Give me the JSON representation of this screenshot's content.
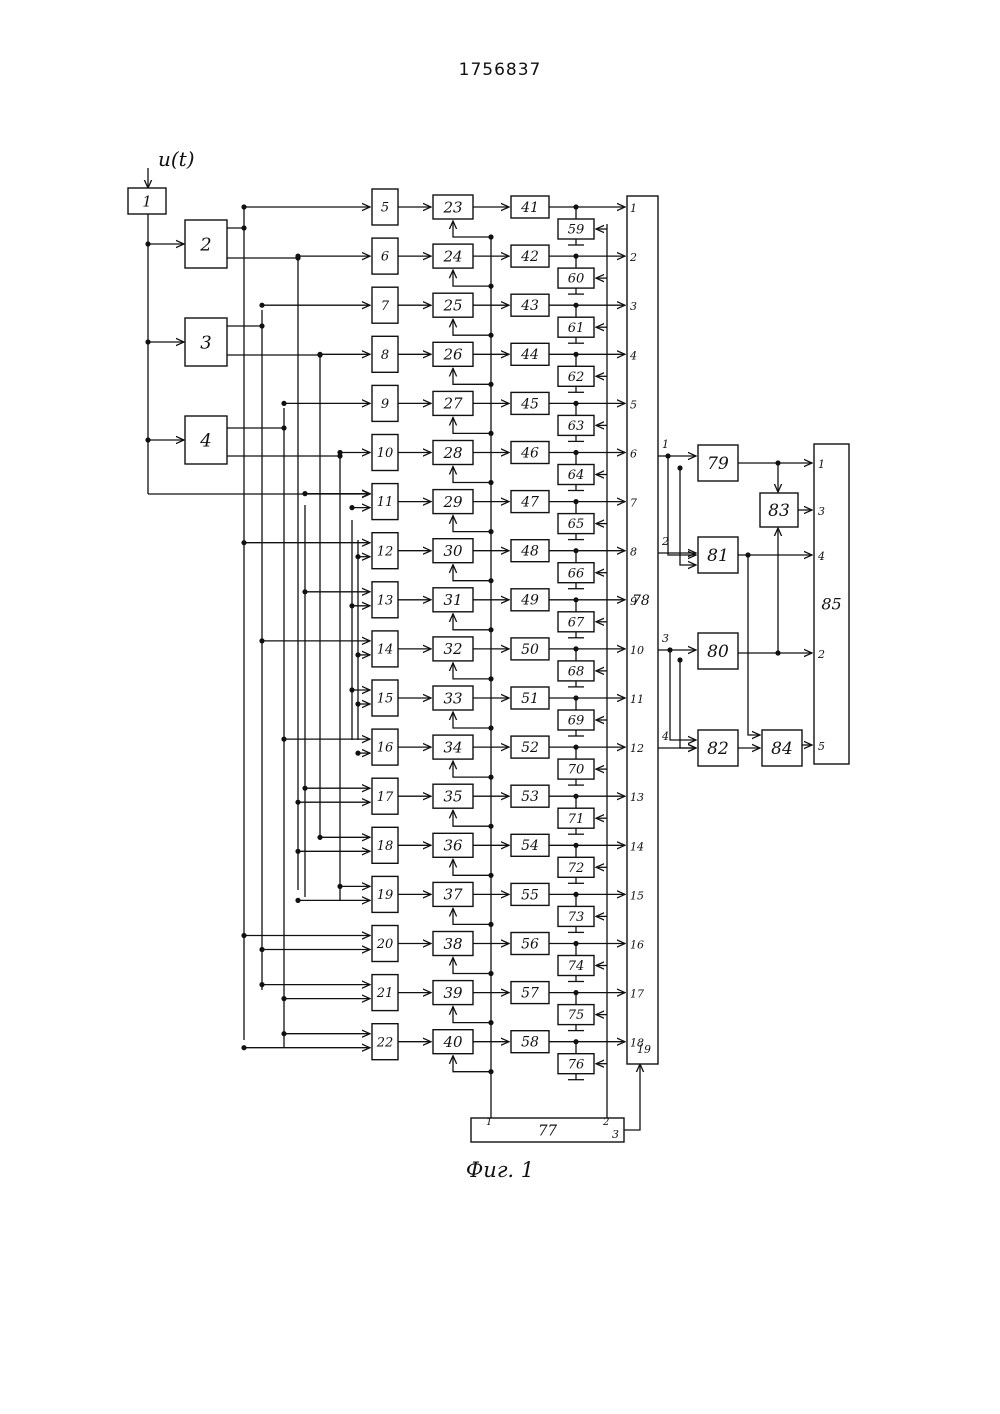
{
  "patent_number": "1756837",
  "figure_caption": "Фиг. 1",
  "input_signal": "u(t)",
  "colors": {
    "ink": "#111111",
    "paper": "#ffffff"
  },
  "blocks": {
    "source": "1",
    "stage1": [
      "2",
      "3",
      "4"
    ],
    "stage2": [
      "5",
      "6",
      "7",
      "8",
      "9",
      "10",
      "11",
      "12",
      "13",
      "14",
      "15",
      "16",
      "17",
      "18",
      "19",
      "20",
      "21",
      "22"
    ],
    "stage3": [
      "23",
      "24",
      "25",
      "26",
      "27",
      "28",
      "29",
      "30",
      "31",
      "32",
      "33",
      "34",
      "35",
      "36",
      "37",
      "38",
      "39",
      "40"
    ],
    "stage4": [
      "41",
      "42",
      "43",
      "44",
      "45",
      "46",
      "47",
      "48",
      "49",
      "50",
      "51",
      "52",
      "53",
      "54",
      "55",
      "56",
      "57",
      "58"
    ],
    "stage5": [
      "59",
      "60",
      "61",
      "62",
      "63",
      "64",
      "65",
      "66",
      "67",
      "68",
      "69",
      "70",
      "71",
      "72",
      "73",
      "74",
      "75",
      "76"
    ],
    "controller": "77",
    "controller_ports": [
      "1",
      "2",
      "3"
    ],
    "multiplexer": "78",
    "multiplexer_inputs": [
      "1",
      "2",
      "3",
      "4",
      "5",
      "6",
      "7",
      "8",
      "9",
      "10",
      "11",
      "12",
      "13",
      "14",
      "15",
      "16",
      "17",
      "18"
    ],
    "multiplexer_control": "19",
    "output_blocks": [
      "79",
      "81",
      "80",
      "82",
      "83",
      "84"
    ],
    "output_line_labels": [
      "1",
      "2",
      "3",
      "4"
    ],
    "result": "85",
    "result_inputs": [
      "1",
      "3",
      "4",
      "2",
      "5"
    ]
  }
}
